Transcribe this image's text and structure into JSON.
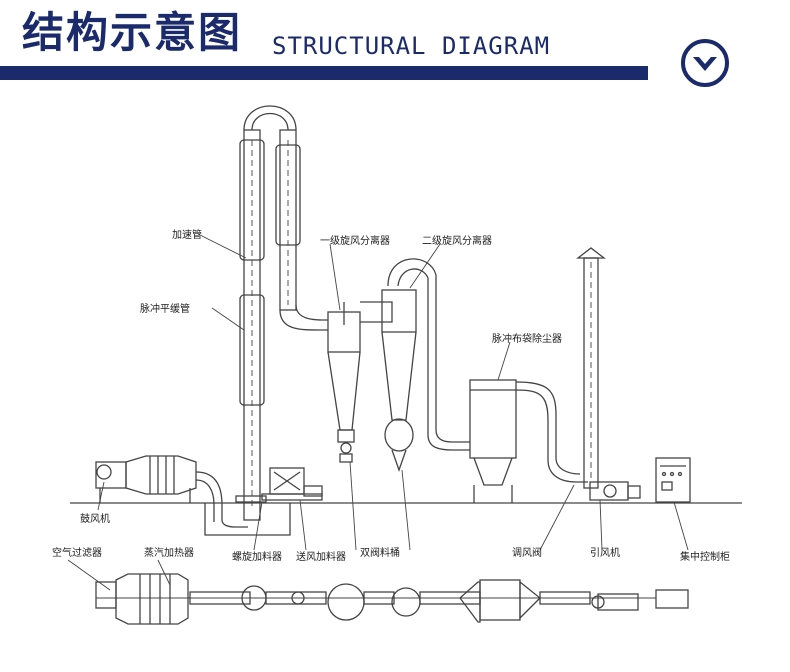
{
  "header": {
    "title_zh": "结构示意图",
    "title_en": "STRUCTURAL DIAGRAM",
    "accent_color": "#1b2a6b",
    "nav_icon": "chevron-down-circle-icon"
  },
  "diagram": {
    "labels": {
      "accel_tube": "加速管",
      "pulse_flat_tube": "脉冲平缓管",
      "cyclone_1": "一级旋风分离器",
      "cyclone_2": "二级旋风分离器",
      "pulse_bag_filter": "脉冲布袋除尘器",
      "blower": "鼓风机",
      "air_filter": "空气过滤器",
      "steam_heater": "蒸汽加热器",
      "screw_feeder": "螺旋加料器",
      "feed_blower": "送风加料器",
      "double_valve": "双阀料桶",
      "damper": "调风阀",
      "induced_fan": "引风机",
      "control_cabinet": "集中控制柜"
    }
  }
}
